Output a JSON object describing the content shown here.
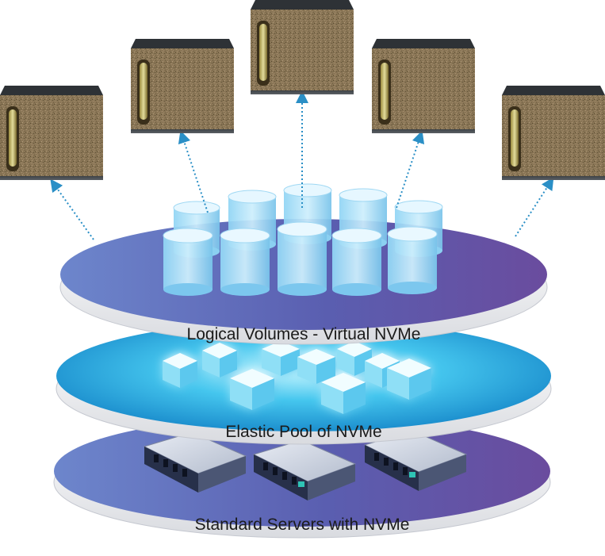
{
  "layers": [
    {
      "id": "top",
      "label": "Logical Volumes - Virtual NVMe"
    },
    {
      "id": "middle",
      "label": "Elastic Pool of NVMe"
    },
    {
      "id": "bottom",
      "label": "Standard Servers with NVMe"
    }
  ],
  "hosts": {
    "count": 5,
    "icon": "server-box-icon"
  },
  "volumes": {
    "count": 10,
    "icon": "cylinder-volume-icon"
  },
  "pool_cubes": {
    "count": 9,
    "icon": "glowing-cube-icon"
  },
  "servers": {
    "count": 3,
    "icon": "server-appliance-icon"
  },
  "colors": {
    "disk_left": "#6b7ec6",
    "disk_right": "#6a4fa0",
    "pool_light": "#9fe3f5",
    "pool_dark": "#1aa0d8",
    "arrow": "#2a8fc6",
    "host_face": "#8a7656"
  }
}
